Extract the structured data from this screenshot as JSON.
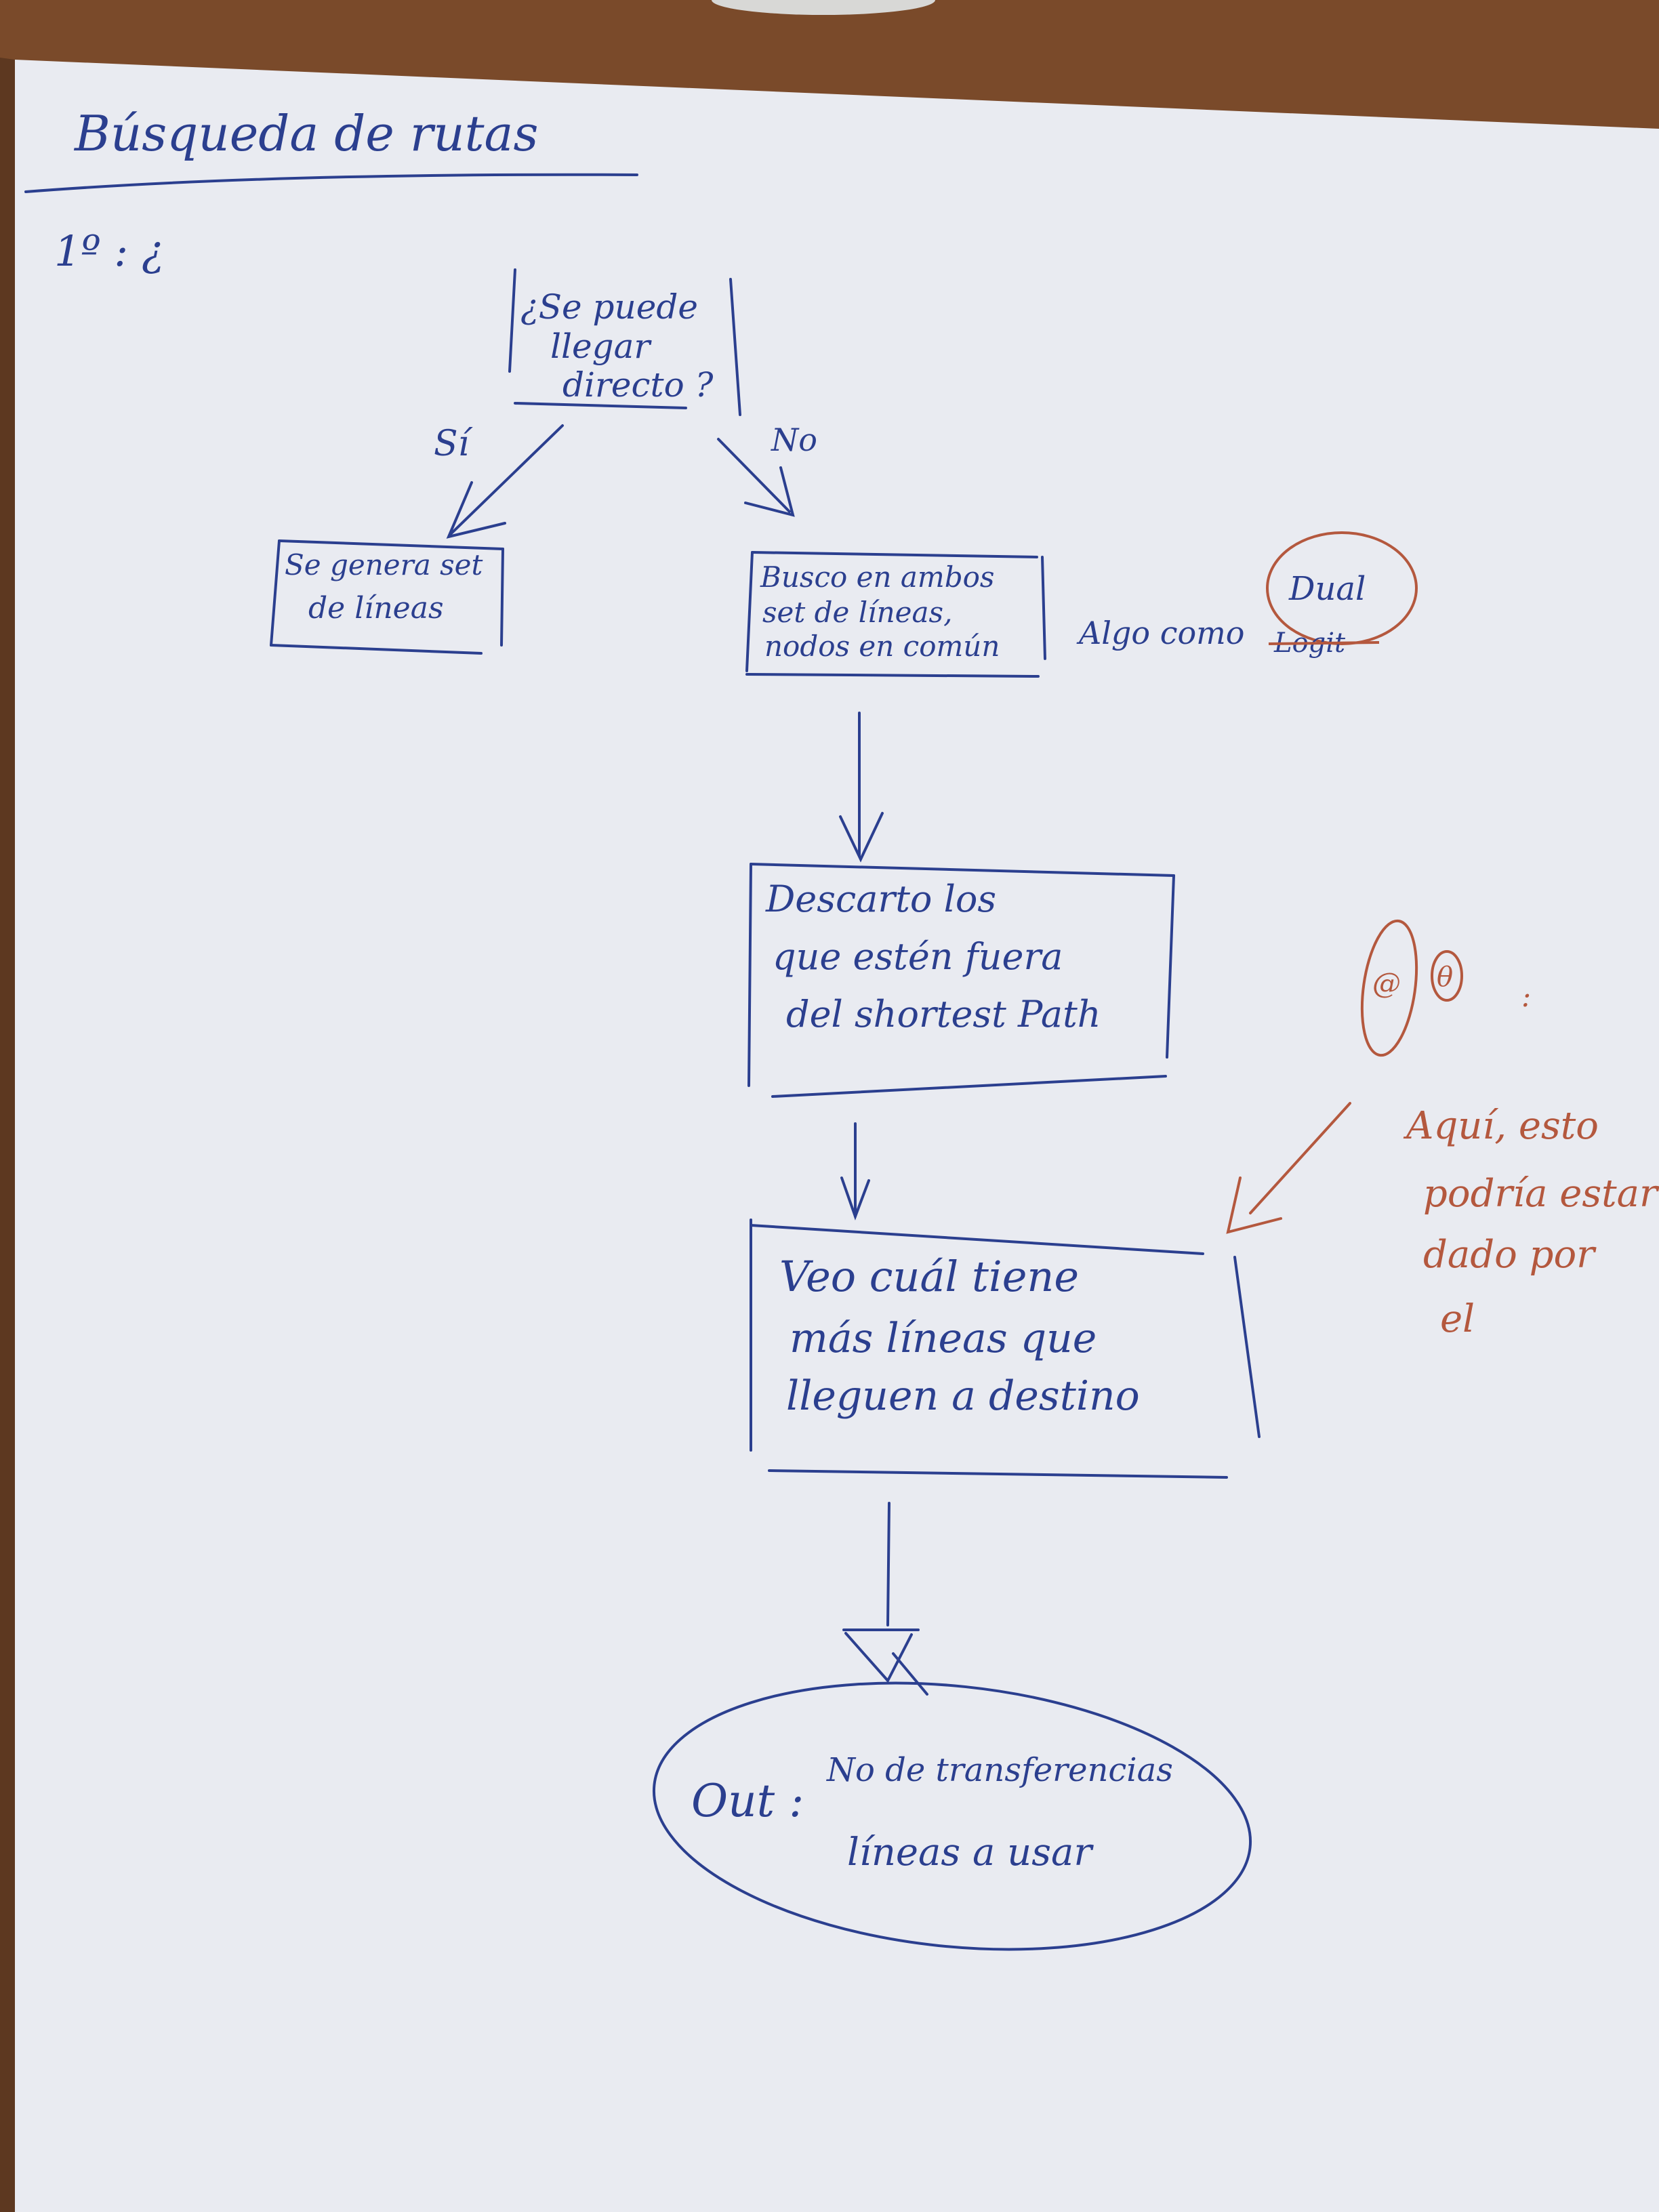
{
  "colors": {
    "desk": "#7a4a2a",
    "paper": "#e9ebf1",
    "paper_shadow": "#cfd2da",
    "blue_ink": "#2b3f8f",
    "red_ink": "#b4583e"
  },
  "title": "Búsqueda de rutas",
  "step_marker": "1º : ¿",
  "decision": {
    "lines": [
      "¿Se puede",
      "llegar",
      "directo ?"
    ]
  },
  "branches": {
    "yes": "Sí",
    "no": "No"
  },
  "yes_box": {
    "lines": [
      "Se genera set",
      "de líneas"
    ]
  },
  "search_box": {
    "lines": [
      "Busco en ambos",
      "set de líneas,",
      "nodos en común"
    ]
  },
  "algo_note": {
    "text": "Algo como",
    "struck": "Logit",
    "circled": "Dual"
  },
  "discard_box": {
    "lines": [
      "Descarto los",
      "que estén fuera",
      "del shortest Path"
    ]
  },
  "choose_box": {
    "lines": [
      "Veo cuál tiene",
      "más líneas que",
      "lleguen a destino"
    ]
  },
  "output": {
    "label": "Out :",
    "items": [
      "No de transferencias",
      "líneas a usar"
    ]
  },
  "side_note": {
    "lines": [
      "Aquí, esto",
      "podría estar",
      "dado por",
      "el"
    ]
  },
  "doodle": {
    "symbols": [
      "@",
      "θ"
    ],
    "mark": ":"
  }
}
